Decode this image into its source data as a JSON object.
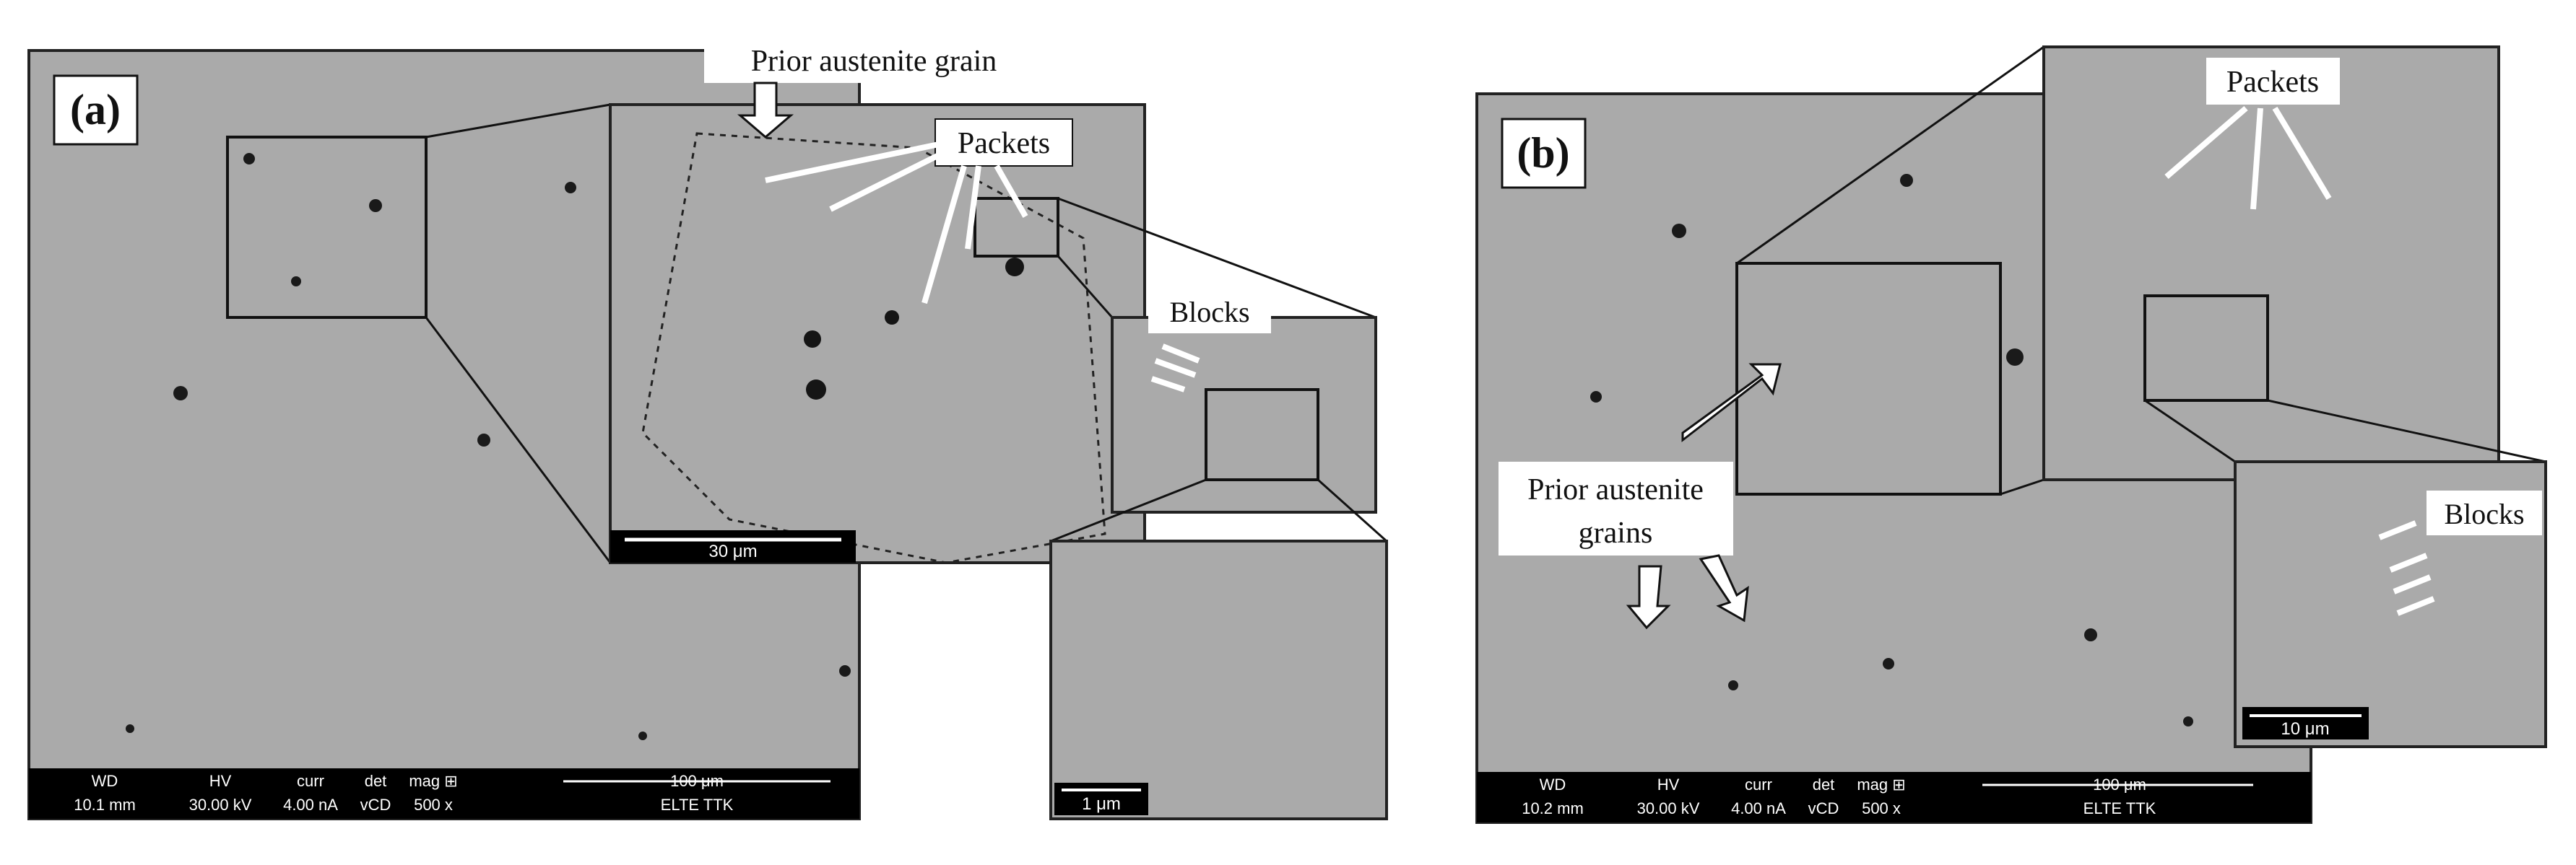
{
  "figure": {
    "panel_a": {
      "label": "(a)",
      "callouts": {
        "prior_austenite": "Prior austenite grain",
        "packets": "Packets",
        "blocks": "Blocks"
      },
      "scale_bars": {
        "inset_large": "30 μm",
        "inset_small": "1 μm",
        "main": "100 μm"
      },
      "sem_bar": {
        "headers": [
          "WD",
          "HV",
          "curr",
          "det",
          "mag ⊞"
        ],
        "values": [
          "10.1 mm",
          "30.00 kV",
          "4.00 nA",
          "vCD",
          "500 x"
        ],
        "lab": "ELTE TTK"
      }
    },
    "panel_b": {
      "label": "(b)",
      "callouts": {
        "packets": "Packets",
        "prior_austenite_line1": "Prior austenite",
        "prior_austenite_line2": "grains",
        "blocks": "Blocks"
      },
      "scale_bars": {
        "inset_small": "10 μm",
        "main": "100 μm"
      },
      "sem_bar": {
        "headers": [
          "WD",
          "HV",
          "curr",
          "det",
          "mag ⊞"
        ],
        "values": [
          "10.2 mm",
          "30.00 kV",
          "4.00 nA",
          "vCD",
          "500 x"
        ],
        "lab": "ELTE TTK"
      }
    },
    "colors": {
      "micrograph_gray": "#aaaaaa",
      "sem_bar_bg": "#000000"
    }
  }
}
